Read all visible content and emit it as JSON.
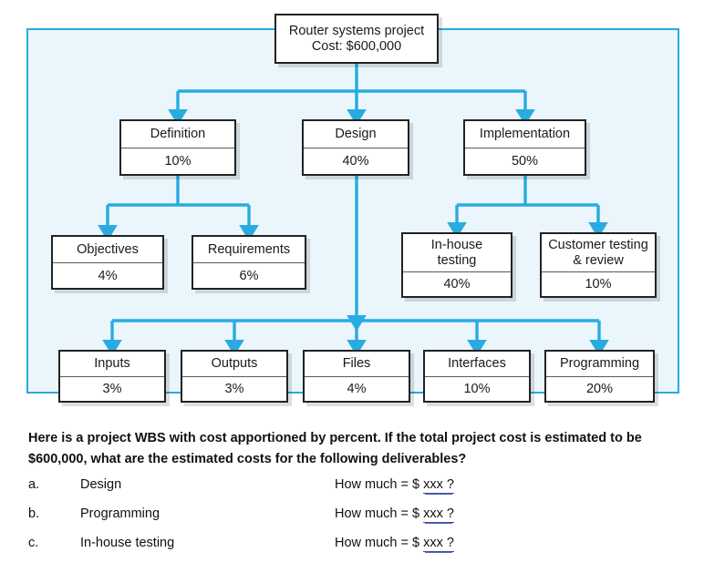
{
  "diagram": {
    "type": "work-breakdown-structure",
    "panel_fill": "#eaf6fc",
    "panel_border": "#2ba9e0",
    "connector_color": "#29abe2",
    "root": {
      "title_line1": "Router systems project",
      "title_line2": "Cost: $600,000"
    },
    "level2": [
      {
        "title": "Definition",
        "value": "10%"
      },
      {
        "title": "Design",
        "value": "40%"
      },
      {
        "title": "Implementation",
        "value": "50%"
      }
    ],
    "definition_children": [
      {
        "title": "Objectives",
        "value": "4%"
      },
      {
        "title": "Requirements",
        "value": "6%"
      }
    ],
    "implementation_children": [
      {
        "title": "In-house\ntesting",
        "value": "40%"
      },
      {
        "title": "Customer testing\n& review",
        "value": "10%"
      }
    ],
    "design_children": [
      {
        "title": "Inputs",
        "value": "3%"
      },
      {
        "title": "Outputs",
        "value": "3%"
      },
      {
        "title": "Files",
        "value": "4%"
      },
      {
        "title": "Interfaces",
        "value": "10%"
      },
      {
        "title": "Programming",
        "value": "20%"
      }
    ]
  },
  "question": {
    "text": "Here is a project WBS with cost apportioned by percent. If the total project cost is estimated to be $600,000, what are the estimated costs for the following deliverables?",
    "answers": [
      {
        "letter": "a.",
        "label": "Design",
        "prompt": "How much = $ ",
        "blank": "xxx ?"
      },
      {
        "letter": "b.",
        "label": "Programming",
        "prompt": "How much = $ ",
        "blank": "xxx ?"
      },
      {
        "letter": "c.",
        "label": "In-house testing",
        "prompt": "How much = $ ",
        "blank": "xxx ?"
      }
    ]
  },
  "chart_data": {
    "type": "diagram",
    "title": "Router systems project",
    "total_cost": "$600,000",
    "nodes": [
      {
        "name": "Router systems project",
        "percent": null,
        "level": 0,
        "parent": null
      },
      {
        "name": "Definition",
        "percent": 10,
        "level": 1,
        "parent": "Router systems project"
      },
      {
        "name": "Design",
        "percent": 40,
        "level": 1,
        "parent": "Router systems project"
      },
      {
        "name": "Implementation",
        "percent": 50,
        "level": 1,
        "parent": "Router systems project"
      },
      {
        "name": "Objectives",
        "percent": 4,
        "level": 2,
        "parent": "Definition"
      },
      {
        "name": "Requirements",
        "percent": 6,
        "level": 2,
        "parent": "Definition"
      },
      {
        "name": "In-house testing",
        "percent": 40,
        "level": 2,
        "parent": "Implementation"
      },
      {
        "name": "Customer testing & review",
        "percent": 10,
        "level": 2,
        "parent": "Implementation"
      },
      {
        "name": "Inputs",
        "percent": 3,
        "level": 2,
        "parent": "Design"
      },
      {
        "name": "Outputs",
        "percent": 3,
        "level": 2,
        "parent": "Design"
      },
      {
        "name": "Files",
        "percent": 4,
        "level": 2,
        "parent": "Design"
      },
      {
        "name": "Interfaces",
        "percent": 10,
        "level": 2,
        "parent": "Design"
      },
      {
        "name": "Programming",
        "percent": 20,
        "level": 2,
        "parent": "Design"
      }
    ]
  }
}
